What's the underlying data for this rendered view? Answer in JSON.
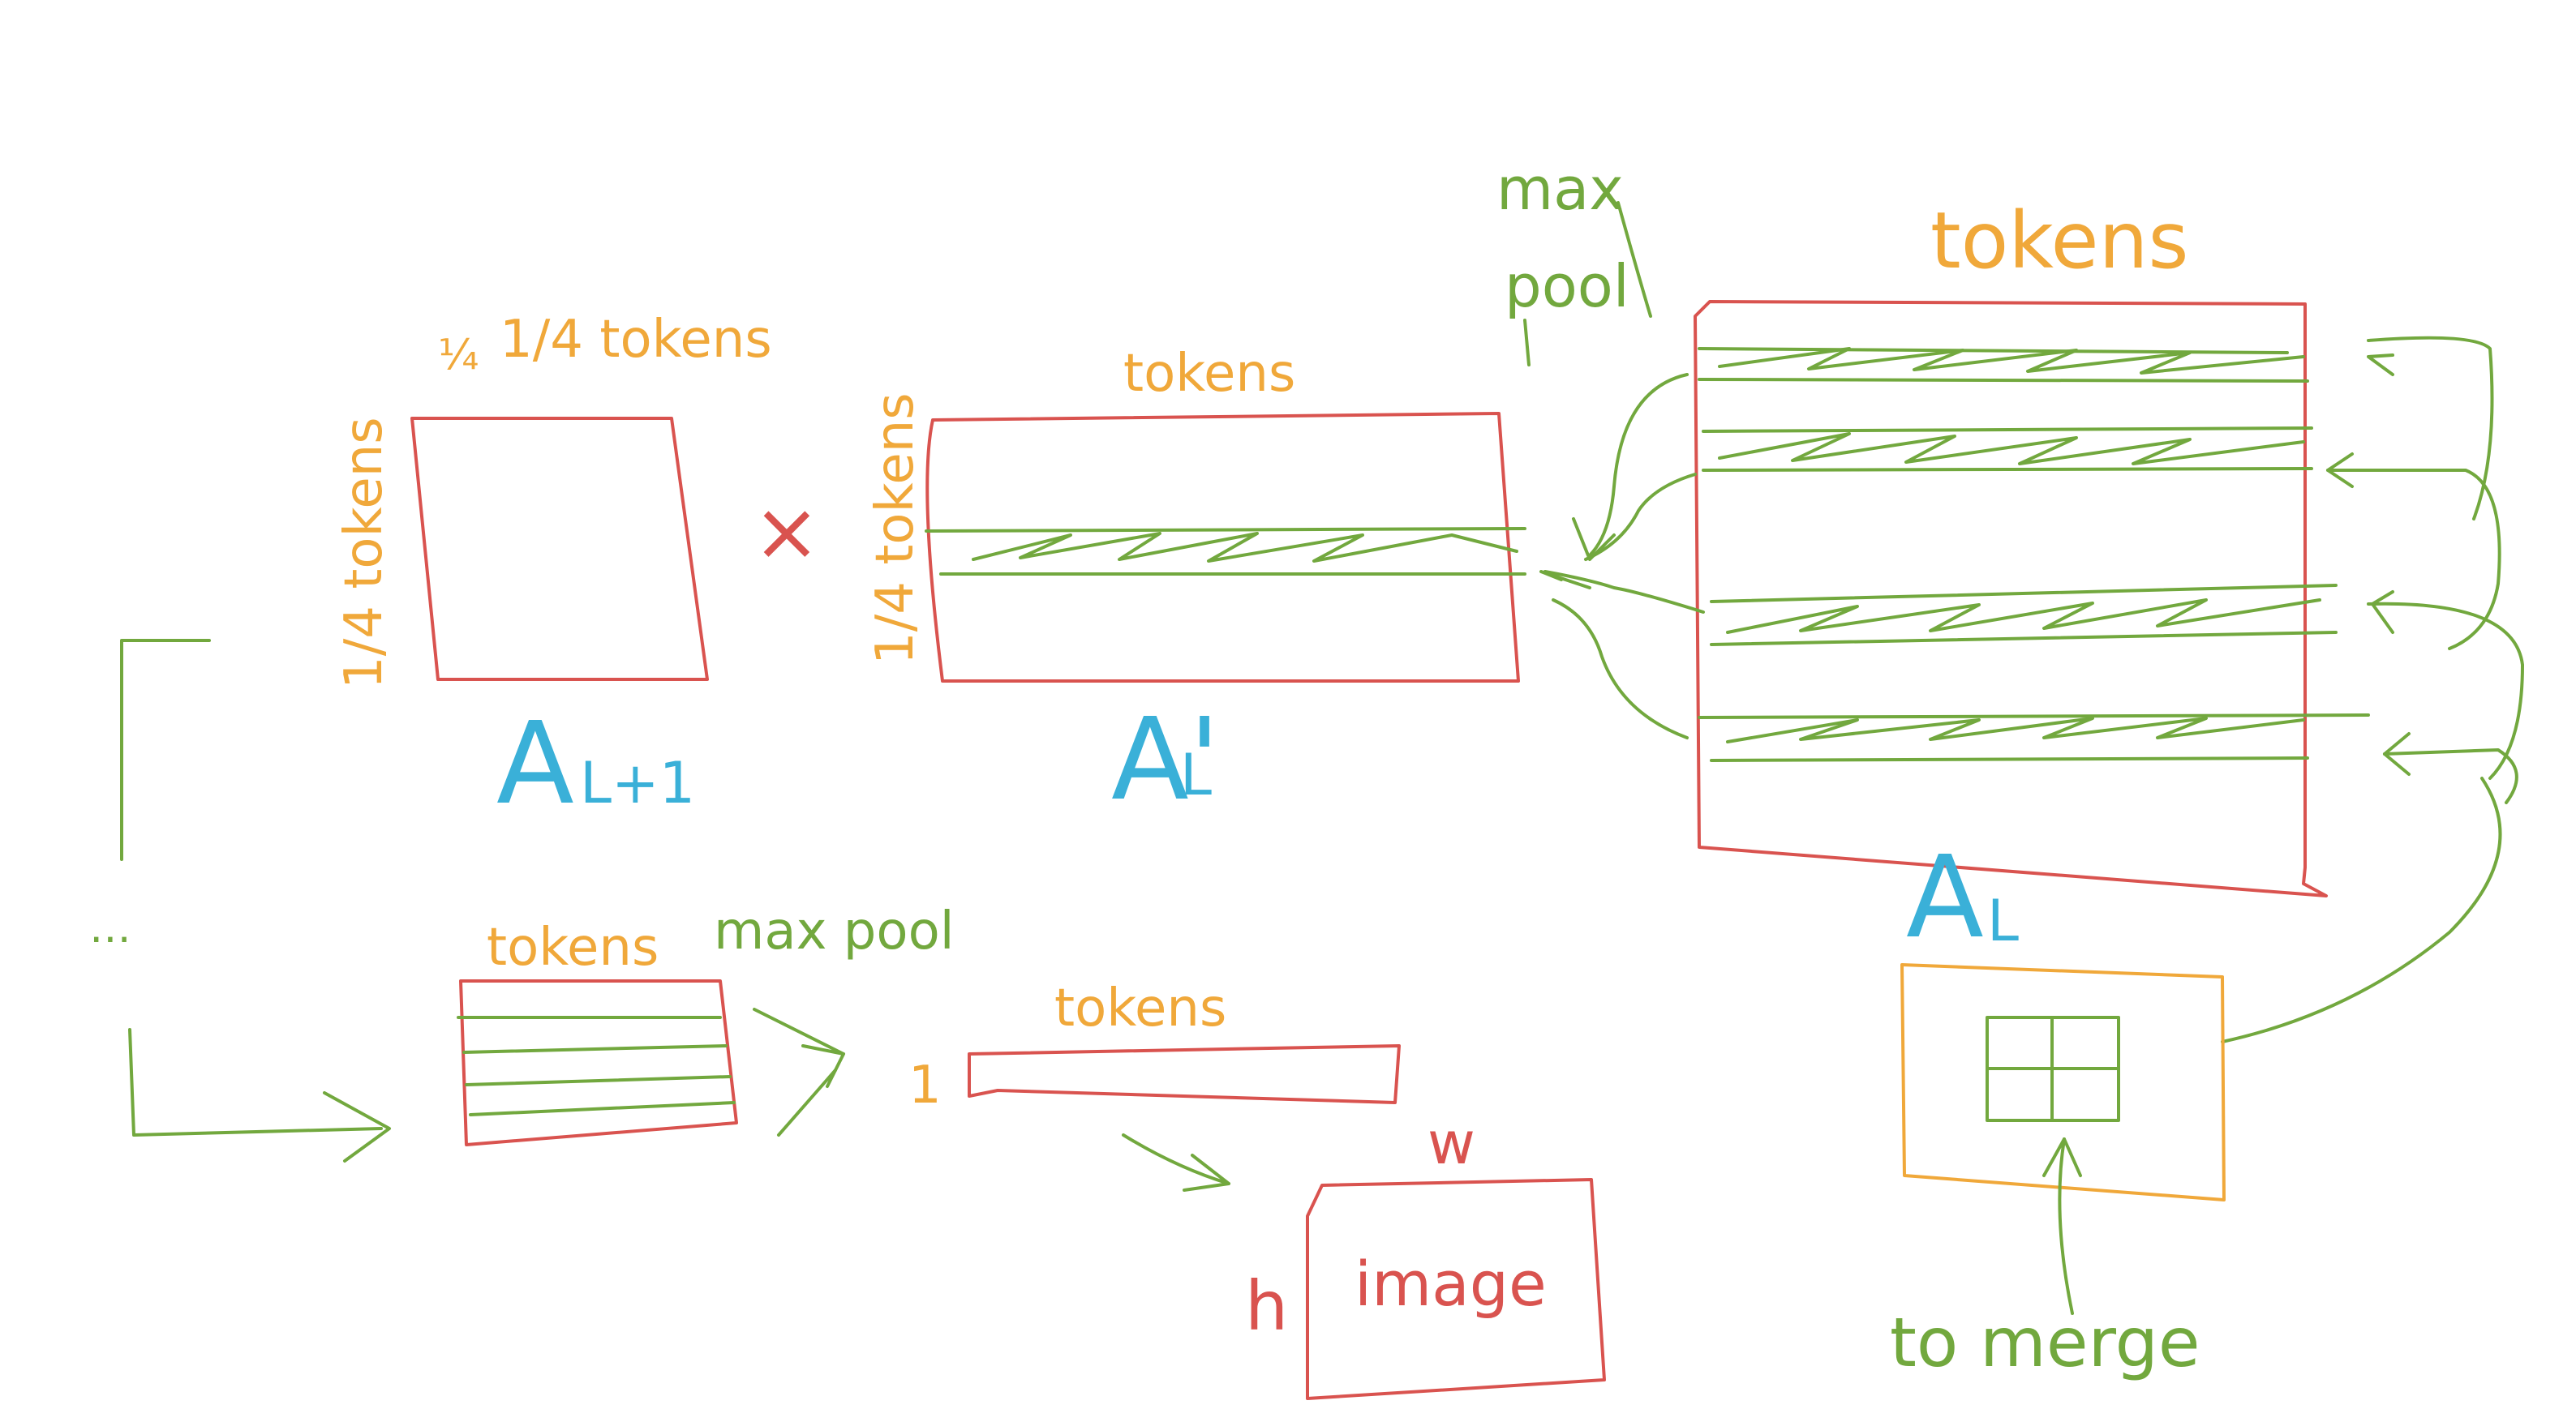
{
  "colors": {
    "red": "#d9534f",
    "green": "#72a83e",
    "orange": "#f0a83a",
    "blue": "#3ab0d8",
    "background": "#ffffff"
  },
  "labels": {
    "a_l_plus_1": {
      "top": "1/4 tokens",
      "side": "1/4 tokens",
      "name": "A",
      "sub": "L+1"
    },
    "times": "×",
    "a_l_prime": {
      "top": "tokens",
      "side": "1/4 tokens",
      "name": "A'",
      "sub": "L"
    },
    "max_pool_top": [
      "max",
      "pool"
    ],
    "a_l": {
      "top": "tokens",
      "name": "A",
      "sub": "L"
    },
    "bottom_matrix": {
      "top": "tokens",
      "op": "max pool"
    },
    "bottom_vector": {
      "top": "tokens",
      "one": "1"
    },
    "image": {
      "w": "w",
      "h": "h",
      "label": "image"
    },
    "merge_note": "to merge"
  }
}
